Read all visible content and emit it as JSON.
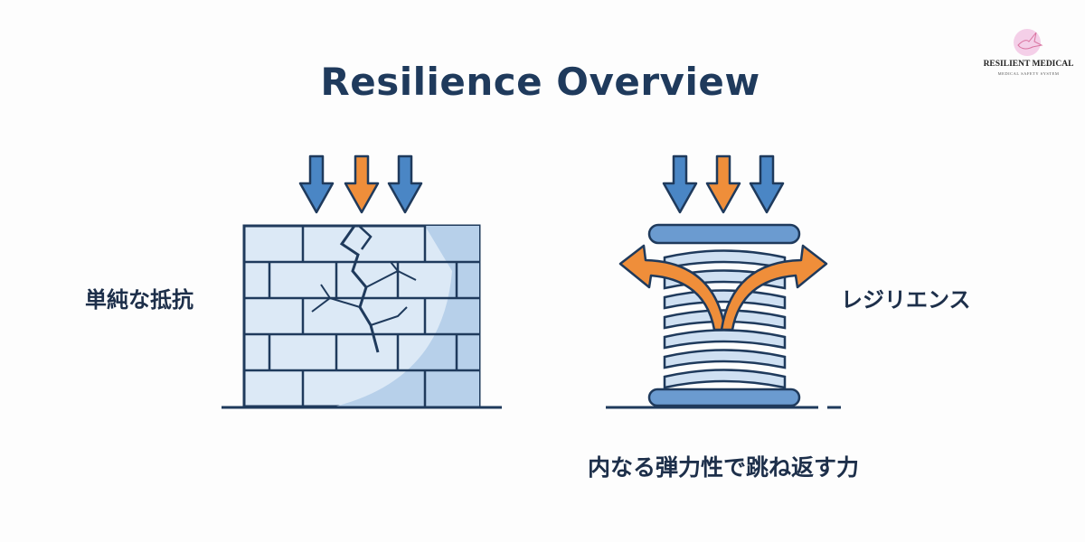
{
  "title": "Resilience Overview",
  "labels": {
    "left": "単純な抵抗",
    "right": "レジリエンス",
    "bottom": "内なる弾力性で跳ね返す力"
  },
  "logo": {
    "name": "RESILIENT MEDICAL",
    "subtitle": "MEDICAL SAFETY SYSTEM"
  },
  "colors": {
    "navy": "#1f3a5c",
    "blue": "#4a86c5",
    "orange": "#ef8e3a",
    "light_blue": "#dbe8f5",
    "logo_pink": "#f4cfe8"
  }
}
